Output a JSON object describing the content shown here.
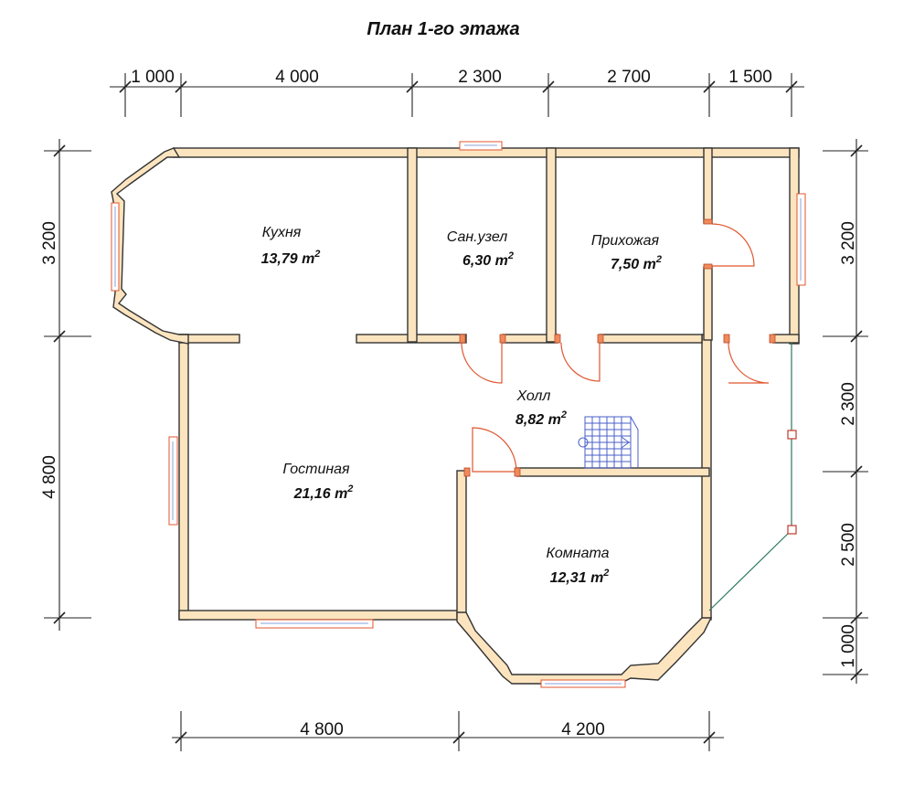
{
  "title": "План 1-го этажа",
  "dimensions": {
    "top": [
      "1 000",
      "4 000",
      "2 300",
      "2 700",
      "1 500"
    ],
    "bottom": [
      "4 800",
      "4 200"
    ],
    "left": [
      "3 200",
      "4 800"
    ],
    "right": [
      "3 200",
      "2 300",
      "2 500",
      "1 000"
    ]
  },
  "rooms": [
    {
      "name": "Кухня",
      "area": "13,79",
      "unit": "m"
    },
    {
      "name": "Сан.узел",
      "area": "6,30",
      "unit": "m"
    },
    {
      "name": "Прихожая",
      "area": "7,50",
      "unit": "m"
    },
    {
      "name": "Холл",
      "area": "8,82",
      "unit": "m"
    },
    {
      "name": "Гостиная",
      "area": "21,16",
      "unit": "m"
    },
    {
      "name": "Комната",
      "area": "12,31",
      "unit": "m"
    }
  ],
  "unit_superscript": "2",
  "colors": {
    "wall_fill": "#fce4bf",
    "door": "#e0562f",
    "terrace": "#2b7a5a",
    "stair": "#4a5fc9"
  }
}
